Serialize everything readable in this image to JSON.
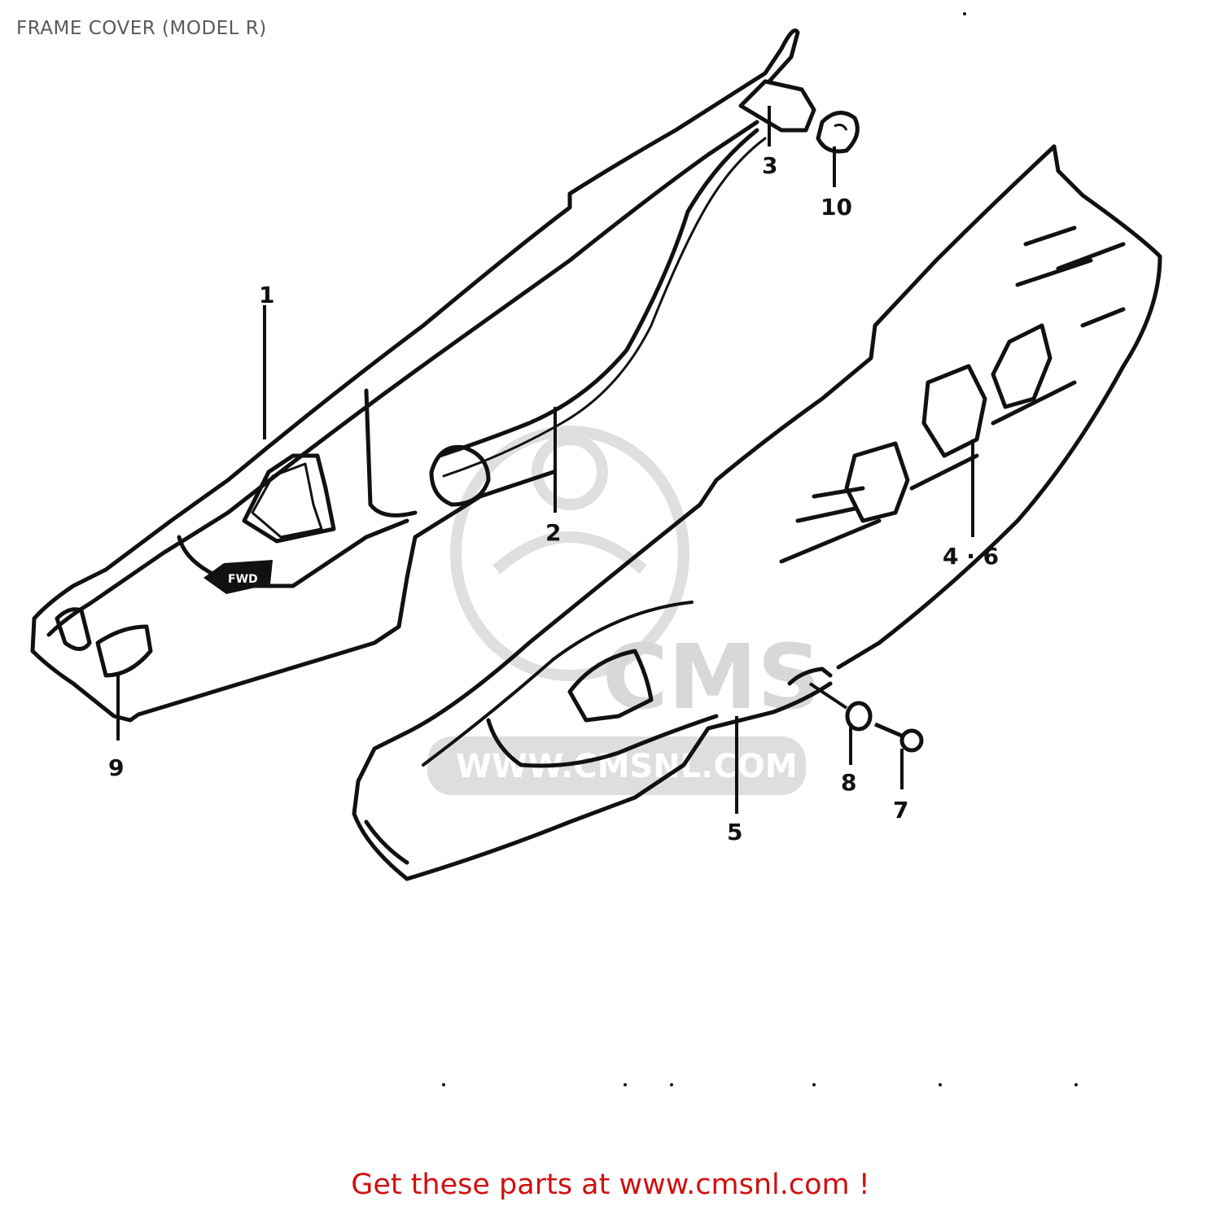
{
  "header": {
    "title": "FRAME COVER (MODEL R)"
  },
  "callouts": {
    "c1": "1",
    "c2": "2",
    "c3": "3",
    "c4_6": "4 · 6",
    "c5": "5",
    "c7": "7",
    "c8": "8",
    "c9": "9",
    "c10": "10"
  },
  "watermark": {
    "brand": "CMS",
    "url": "WWW.CMSNL.COM"
  },
  "fwd_arrow": {
    "label": "FWD"
  },
  "footer": {
    "link_text": "Get these parts at www.cmsnl.com !"
  },
  "colors": {
    "footer_text": "#d01010",
    "title_text": "#5a5a5a",
    "line": "#111111",
    "watermark": "#dcdcdc"
  }
}
